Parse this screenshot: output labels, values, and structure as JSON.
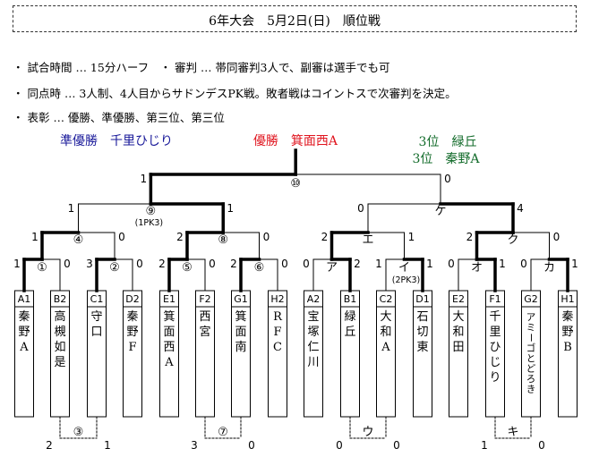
{
  "header": {
    "title": "6年大会　5月2日(日)　順位戦"
  },
  "rules": [
    "・ 試合時間 … 15分ハーフ　・ 審判 … 帯同審判3人で、副審は選手でも可",
    "・ 同点時 … 3人制、4人目からサドンデスPK戦。敗者戦はコイントスで次審判を決定。",
    "・ 表彰 … 優勝、準優勝、第三位、第三位"
  ],
  "results": {
    "runner_up": "準優勝　千里ひじり",
    "champion": "優勝　箕面西A",
    "third_1": "3位　緑丘",
    "third_2": "3位　秦野A",
    "colors": {
      "runner_up": "#1a1a9a",
      "champion": "#e0141e",
      "third": "#126b2a"
    }
  },
  "teams": [
    {
      "code": "A1",
      "name": "秦野A"
    },
    {
      "code": "B2",
      "name": "高槻如是"
    },
    {
      "code": "C1",
      "name": "守口"
    },
    {
      "code": "D2",
      "name": "秦野F"
    },
    {
      "code": "E1",
      "name": "箕面西A"
    },
    {
      "code": "F2",
      "name": "西宮"
    },
    {
      "code": "G1",
      "name": "箕面南"
    },
    {
      "code": "H2",
      "name": "RFC"
    },
    {
      "code": "A2",
      "name": "宝塚仁川"
    },
    {
      "code": "B1",
      "name": "緑丘"
    },
    {
      "code": "C2",
      "name": "大和A"
    },
    {
      "code": "D1",
      "name": "石切東"
    },
    {
      "code": "E2",
      "name": "大和田"
    },
    {
      "code": "F1",
      "name": "千里ひじり"
    },
    {
      "code": "G2",
      "name": "アミーゴとどろき"
    },
    {
      "code": "H1",
      "name": "秦野B"
    }
  ],
  "r1": [
    {
      "label": "①",
      "s": [
        "1",
        "0"
      ],
      "w": 0
    },
    {
      "label": "②",
      "s": [
        "3",
        "0"
      ],
      "w": 0
    },
    {
      "label": "⑤",
      "s": [
        "2",
        "0"
      ],
      "w": 0
    },
    {
      "label": "⑥",
      "s": [
        "2",
        "0"
      ],
      "w": 0
    },
    {
      "label": "ア",
      "s": [
        "0",
        "2"
      ],
      "w": 1
    },
    {
      "label": "イ",
      "s": [
        "1",
        "1"
      ],
      "w": 1,
      "note": "(2PK3)"
    },
    {
      "label": "オ",
      "s": [
        "0",
        "1"
      ],
      "w": 1
    },
    {
      "label": "カ",
      "s": [
        "0",
        "1"
      ],
      "w": 1
    }
  ],
  "r2": [
    {
      "label": "④",
      "s": [
        "1",
        "0"
      ],
      "w": 0
    },
    {
      "label": "⑧",
      "s": [
        "2",
        "0"
      ],
      "w": 0
    },
    {
      "label": "エ",
      "s": [
        "2",
        "1"
      ],
      "w": 0
    },
    {
      "label": "ク",
      "s": [
        "2",
        "0"
      ],
      "w": 0
    }
  ],
  "r3": [
    {
      "label": "⑨",
      "s": [
        "1",
        "1"
      ],
      "w": 1,
      "note": "(1PK3)"
    },
    {
      "label": "ケ",
      "s": [
        "0",
        "4"
      ],
      "w": 1
    }
  ],
  "final": {
    "label": "⑩",
    "s": [
      "1",
      "0"
    ],
    "w": 0
  },
  "placement": [
    {
      "label": "③",
      "s": [
        "2",
        "1"
      ]
    },
    {
      "label": "⑦",
      "s": [
        "3",
        "0"
      ]
    },
    {
      "label": "ウ",
      "s": [
        "0",
        "0"
      ]
    },
    {
      "label": "キ",
      "s": [
        "1",
        "0"
      ]
    }
  ]
}
